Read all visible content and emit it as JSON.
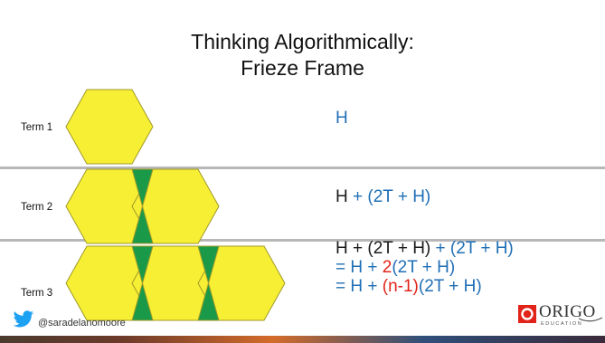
{
  "slide": {
    "title_line1": "Thinking Algorithmically:",
    "title_line2": "Frieze Frame"
  },
  "terms": [
    {
      "label": "Term 1"
    },
    {
      "label": "Term 2"
    },
    {
      "label": "Term 3"
    }
  ],
  "expressions": {
    "e1": "H",
    "e2_h": "H",
    "e2_rest": " + (2T + H)",
    "e3a_h": "H",
    "e3a_mid": " + (2T + H)",
    "e3a_end": " + (2T + H)",
    "e3b_start": "= H + ",
    "e3b_two": "2",
    "e3b_end": "(2T + H)",
    "e3c_start": "= H + ",
    "e3c_n": "(n-1)",
    "e3c_end": "(2T + H)"
  },
  "footer": {
    "handle": "@saradelanomoore",
    "logo_name": "ORIGO",
    "logo_sub": "EDUCATION"
  },
  "colors": {
    "hexagon": "#f7ef33",
    "triangle": "#1a9a48",
    "blue_text": "#1f6fb6",
    "red_text": "#e2231a",
    "twitter": "#1da1f2",
    "logo_red": "#e2231a"
  },
  "icons": [
    "twitter-bird-icon",
    "origo-logo-icon"
  ]
}
